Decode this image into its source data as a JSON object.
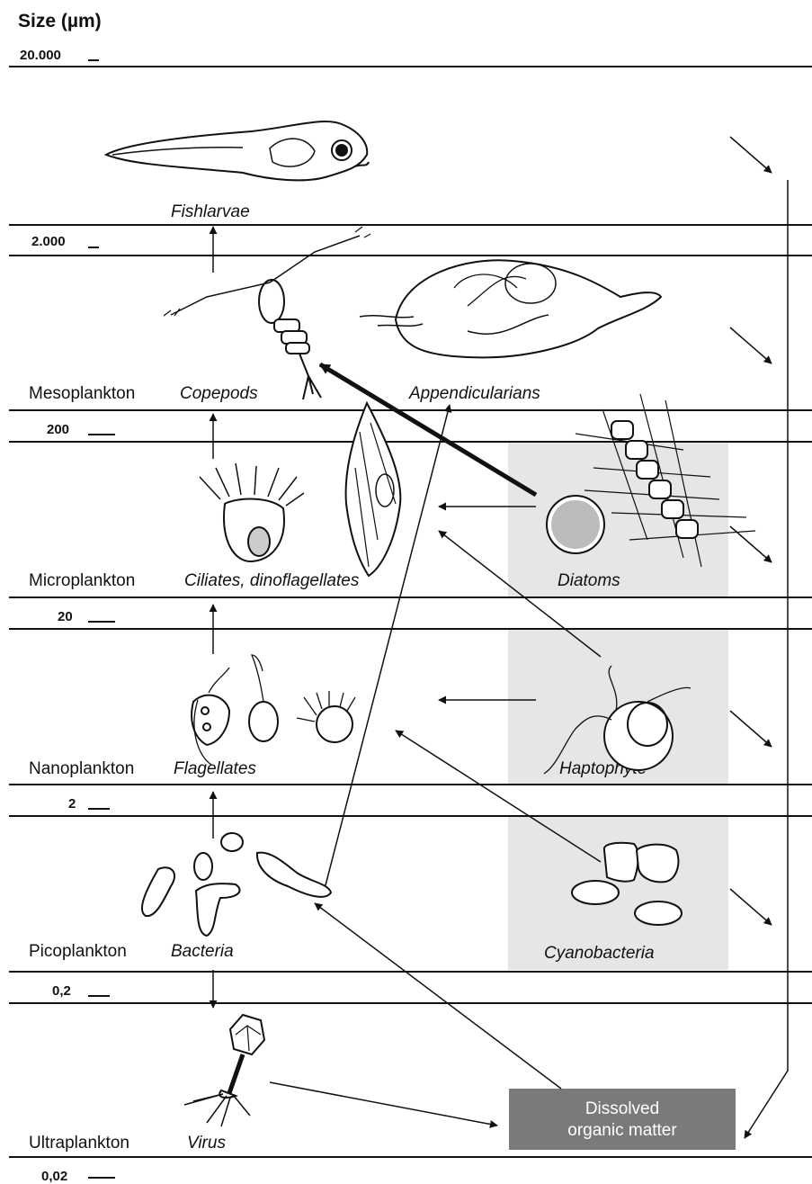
{
  "title": "Size (µm)",
  "scale": [
    "20.000",
    "2.000",
    "200",
    "20",
    "2",
    "0,2",
    "0,02"
  ],
  "bands": [
    {
      "class": "",
      "organisms": "Fishlarvae"
    },
    {
      "class": "Mesoplankton",
      "organisms": "Copepods",
      "extra": "Appendicularians"
    },
    {
      "class": "Microplankton",
      "organisms": "Ciliates, dinoflagellates",
      "extra": "Diatoms"
    },
    {
      "class": "Nanoplankton",
      "organisms": "Flagellates",
      "extra": "Haptophyte"
    },
    {
      "class": "Picoplankton",
      "organisms": "Bacteria",
      "extra": "Cyanobacteria"
    },
    {
      "class": "Ultraplankton",
      "organisms": "Virus"
    }
  ],
  "dom": {
    "line1": "Dissolved",
    "line2": "organic matter"
  },
  "colors": {
    "line": "#111111",
    "phyto_bg": "#e6e6e6",
    "dom_box": "#7a7a7a",
    "dom_text": "#ffffff"
  }
}
